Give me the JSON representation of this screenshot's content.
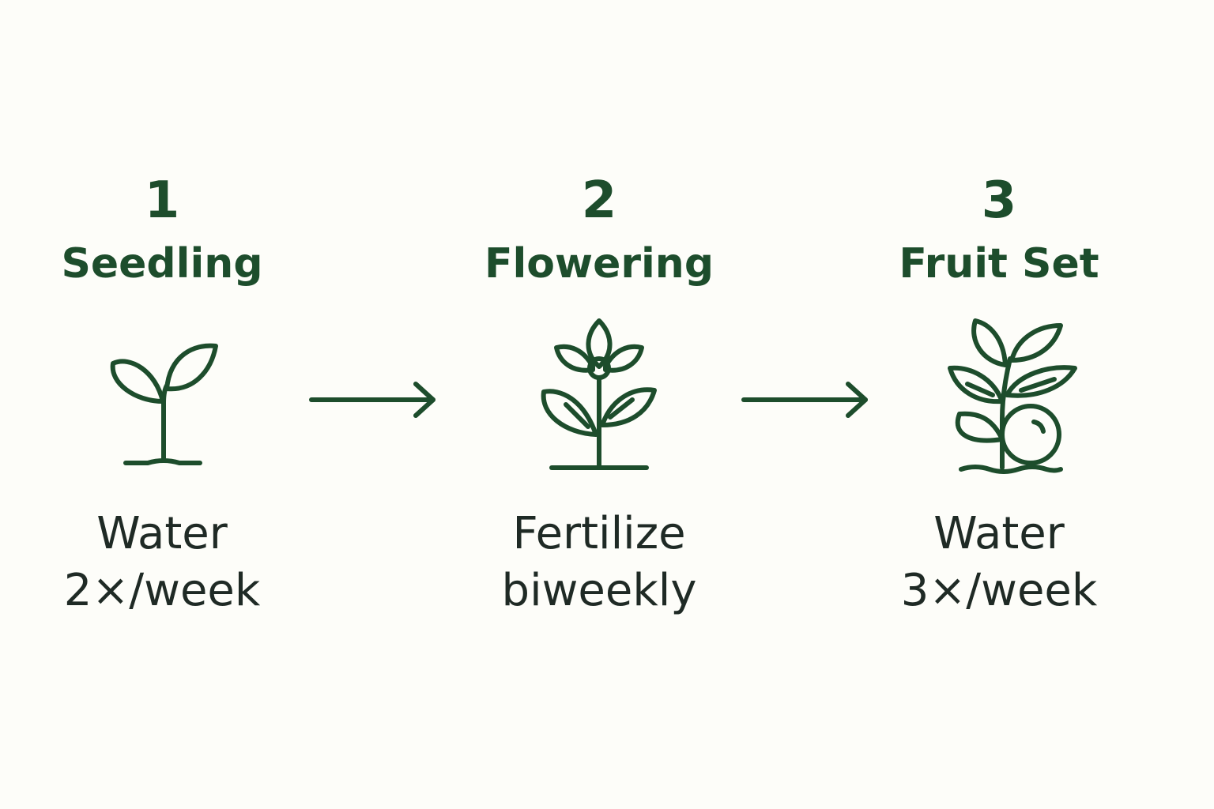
{
  "colors": {
    "background": "#fdfdf9",
    "accent": "#1d4d2c",
    "text": "#1f2a25"
  },
  "stages": [
    {
      "number": "1",
      "title": "Seedling",
      "icon": "seedling-icon",
      "care": [
        "Water",
        "2×/week"
      ]
    },
    {
      "number": "2",
      "title": "Flowering",
      "icon": "flowering-plant-icon",
      "care": [
        "Fertilize",
        "biweekly"
      ]
    },
    {
      "number": "3",
      "title": "Fruit Set",
      "icon": "fruiting-plant-icon",
      "care": [
        "Water",
        "3×/week"
      ]
    }
  ],
  "arrows": [
    "arrow-right-icon",
    "arrow-right-icon"
  ]
}
